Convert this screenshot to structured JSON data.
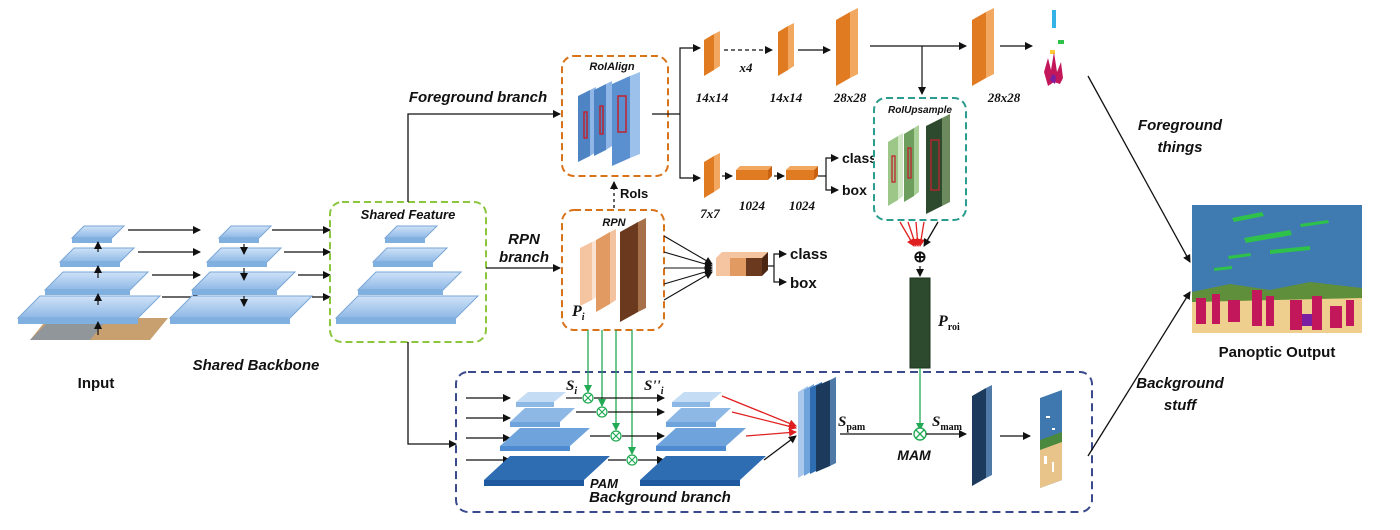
{
  "labels": {
    "input": "Input",
    "shared_backbone": "Shared Backbone",
    "shared_feature": "Shared Feature",
    "foreground_branch": "Foreground branch",
    "rpn_branch_1": "RPN",
    "rpn_branch_2": "branch",
    "rpn": "RPN",
    "roialign": "RoIAlign",
    "rois": "RoIs",
    "roiupsample": "RoIUpsample",
    "x4": "x4",
    "size_14a": "14x14",
    "size_14b": "14x14",
    "size_28a": "28x28",
    "size_28b": "28x28",
    "size_7": "7x7",
    "fc_1024a": "1024",
    "fc_1024b": "1024",
    "class_top": "class",
    "box_top": "box",
    "class_rpn": "class",
    "box_rpn": "box",
    "p_i": "P",
    "p_i_sub": "i",
    "p_roi": "P",
    "p_roi_sub": "roi",
    "s_i": "S",
    "s_i_sub": "i",
    "s_dd": "S''",
    "s_dd_sub": "i",
    "s_pam": "S",
    "s_pam_sub": "pam",
    "s_mam": "S",
    "s_mam_sub": "mam",
    "pam": "PAM",
    "mam": "MAM",
    "background_branch": "Background branch",
    "foreground_things_1": "Foreground",
    "foreground_things_2": "things",
    "background_stuff_1": "Background",
    "background_stuff_2": "stuff",
    "panoptic_output": "Panoptic Output",
    "plus_symbol": "⊕"
  },
  "colors": {
    "pyramid_light": "#a9c8ec",
    "pyramid_mid": "#6fa3dc",
    "pyramid_dark": "#2f6db3",
    "fg_orange": "#e07b22",
    "rpn_brown": "#6b3a1e",
    "green_arrow": "#22aa55",
    "red_arrow": "#e02020",
    "dark_green": "#2e4a2e",
    "navy": "#1b3a5c",
    "shared_border": "#8cc63f",
    "orange_border": "#d9731a",
    "teal_border": "#2a9d8f",
    "navy_border": "#3a4a8c"
  }
}
